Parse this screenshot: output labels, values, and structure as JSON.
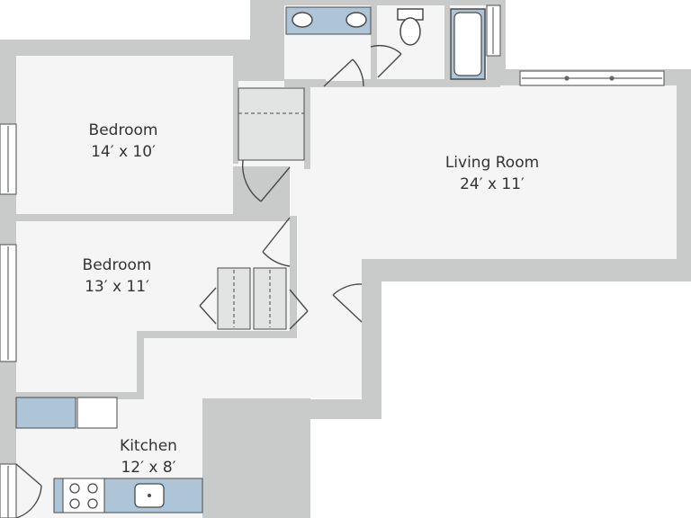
{
  "rooms": {
    "bedroom1": {
      "name": "Bedroom",
      "size": "14′ x 10′"
    },
    "bedroom2": {
      "name": "Bedroom",
      "size": "13′ x 11′"
    },
    "living": {
      "name": "Living Room",
      "size": "24′ x 11′"
    },
    "kitchen": {
      "name": "Kitchen",
      "size": "12′ x 8′"
    }
  },
  "colors": {
    "wall": "#c9cbcb",
    "floor": "#f5f5f5",
    "fixture": "#aec5d8",
    "closet": "#e2e3e3",
    "line": "#4a4a4a"
  }
}
